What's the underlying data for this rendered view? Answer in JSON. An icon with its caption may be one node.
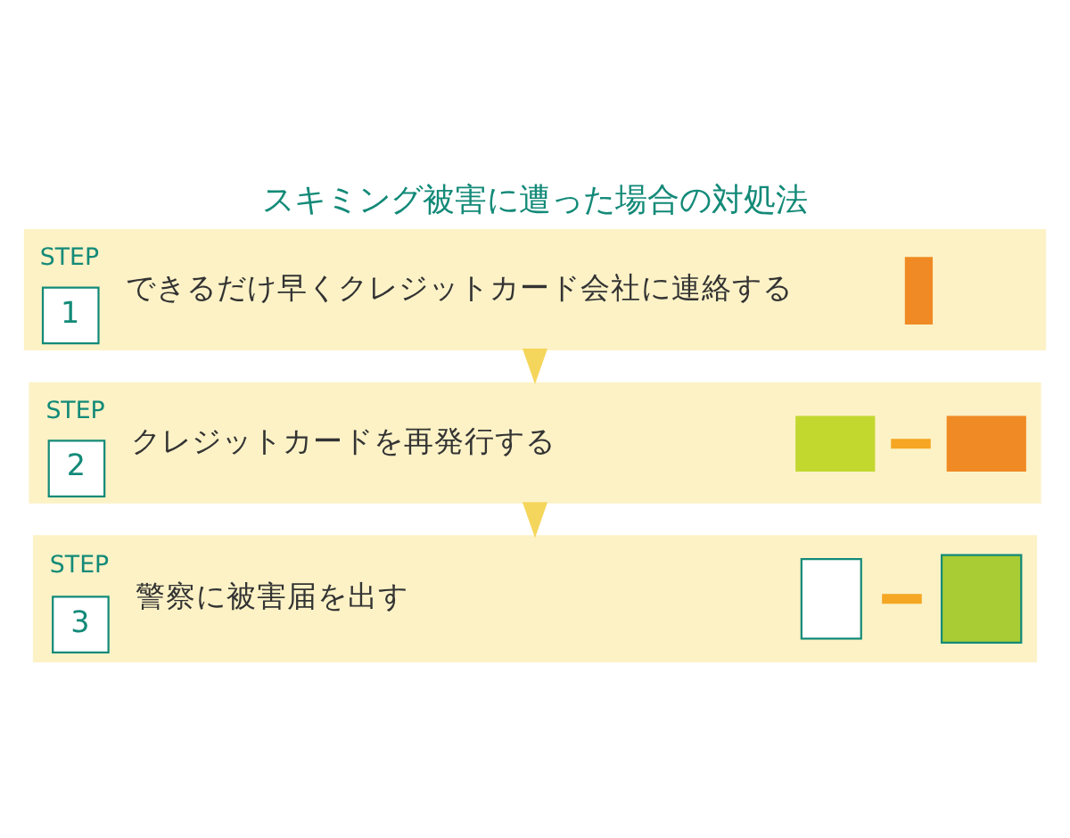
{
  "diagram": {
    "title": "スキミング被害に遭った場合の対処法",
    "nodes": [
      {
        "text": [
          "STEP",
          "1",
          "できるだけ早くクレジットカード会社に連絡する"
        ]
      },
      {
        "text": [
          "STEP",
          "2",
          "クレジットカードを再発行する"
        ]
      },
      {
        "text": [
          "STEP",
          "3",
          "警察に被害届を出す"
        ]
      }
    ],
    "edges": [
      {
        "from": 0,
        "to": 1,
        "arrow": "to"
      },
      {
        "from": 1,
        "to": 2,
        "arrow": "to"
      }
    ]
  }
}
